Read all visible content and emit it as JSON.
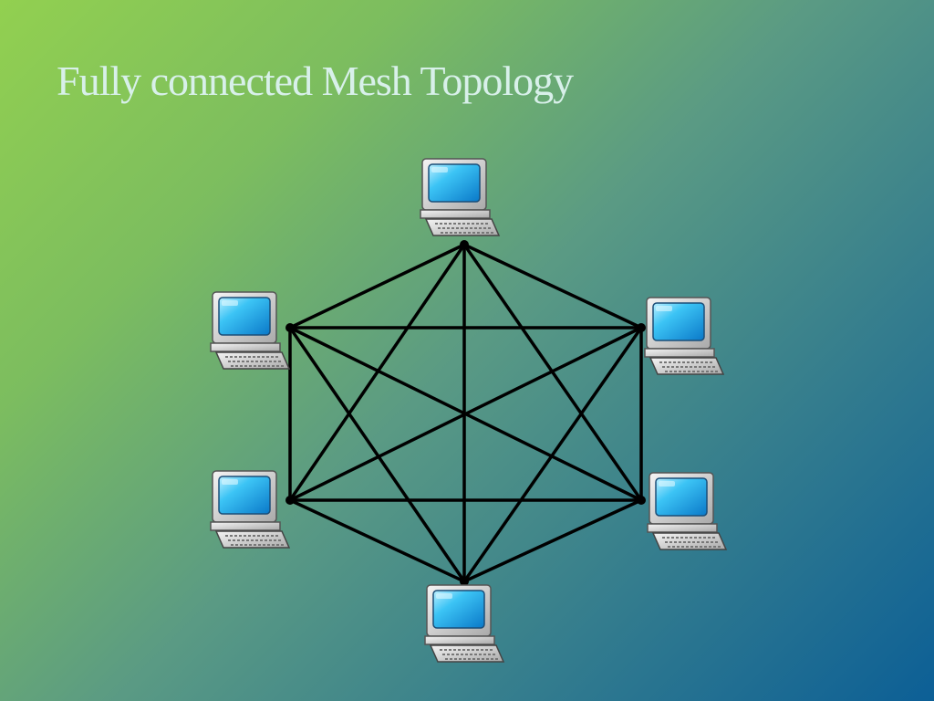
{
  "slide": {
    "title": "Fully connected Mesh Topology"
  },
  "diagram": {
    "type": "mesh-topology",
    "topology": "fully-connected",
    "node_icon": "computer-icon",
    "nodes": [
      {
        "id": "top"
      },
      {
        "id": "upper-right"
      },
      {
        "id": "lower-right"
      },
      {
        "id": "bottom"
      },
      {
        "id": "lower-left"
      },
      {
        "id": "upper-left"
      }
    ],
    "links": [
      [
        "top",
        "upper-right"
      ],
      [
        "top",
        "lower-right"
      ],
      [
        "top",
        "bottom"
      ],
      [
        "top",
        "lower-left"
      ],
      [
        "top",
        "upper-left"
      ],
      [
        "upper-right",
        "lower-right"
      ],
      [
        "upper-right",
        "bottom"
      ],
      [
        "upper-right",
        "lower-left"
      ],
      [
        "upper-right",
        "upper-left"
      ],
      [
        "lower-right",
        "bottom"
      ],
      [
        "lower-right",
        "lower-left"
      ],
      [
        "lower-right",
        "upper-left"
      ],
      [
        "bottom",
        "lower-left"
      ],
      [
        "bottom",
        "upper-left"
      ],
      [
        "lower-left",
        "upper-left"
      ]
    ],
    "colors": {
      "link": "#000000",
      "screen": "#29b4ef",
      "case": "#d9d9d9"
    }
  }
}
